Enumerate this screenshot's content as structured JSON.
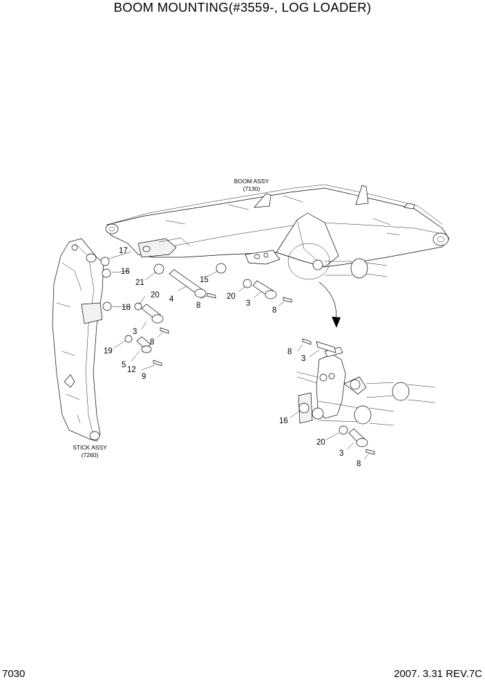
{
  "title": "BOOM MOUNTING(#3559-, LOG LOADER)",
  "page_number": "7030",
  "revision": "2007. 3.31 REV.7C",
  "assemblies": {
    "boom": {
      "name": "BOOM ASSY",
      "ref": "(7130)"
    },
    "stick": {
      "name": "STICK ASSY",
      "ref": "(7260)"
    }
  },
  "callouts": {
    "c17": "17",
    "c16": "16",
    "c21": "21",
    "c18": "18",
    "c20a": "20",
    "c4": "4",
    "c8a": "8",
    "c15": "15",
    "c20b": "20",
    "c3a": "3",
    "c8b": "8",
    "c3b": "3",
    "c8c": "8",
    "c19": "19",
    "c5": "5",
    "c12": "12",
    "c9": "9",
    "d8a": "8",
    "d3a": "3",
    "d16": "16",
    "d20": "20",
    "d3b": "3",
    "d8b": "8"
  }
}
